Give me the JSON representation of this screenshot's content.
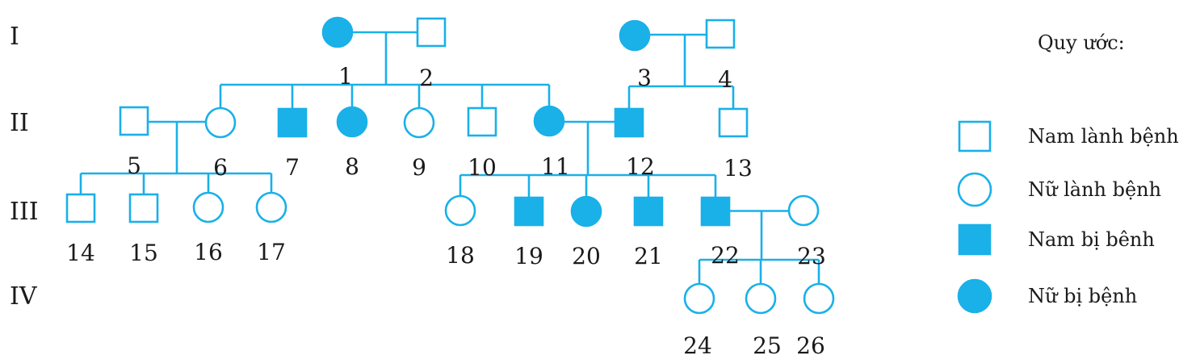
{
  "colors": {
    "line": "#1ab0e8",
    "affected": "#1ab0e8",
    "text": "#1a1a1a"
  },
  "generations": [
    "I",
    "II",
    "III",
    "IV"
  ],
  "legend": {
    "title": "Quy ước:",
    "items": [
      {
        "symbol": "square",
        "affected": false,
        "label": "Nam lành bệnh"
      },
      {
        "symbol": "circle",
        "affected": false,
        "label": "Nữ lành bệnh"
      },
      {
        "symbol": "square",
        "affected": true,
        "label": "Nam bị bênh"
      },
      {
        "symbol": "circle",
        "affected": true,
        "label": "Nữ bị bệnh"
      }
    ]
  },
  "individuals": [
    {
      "id": "1",
      "label": "1",
      "sex": "female",
      "affected": true
    },
    {
      "id": "2",
      "label": "2",
      "sex": "male",
      "affected": false
    },
    {
      "id": "3",
      "label": "3",
      "sex": "female",
      "affected": true
    },
    {
      "id": "4",
      "label": "4",
      "sex": "male",
      "affected": false
    },
    {
      "id": "5",
      "label": "5",
      "sex": "male",
      "affected": false
    },
    {
      "id": "6",
      "label": "6",
      "sex": "female",
      "affected": false
    },
    {
      "id": "7",
      "label": "7",
      "sex": "male",
      "affected": true
    },
    {
      "id": "8",
      "label": "8",
      "sex": "female",
      "affected": true
    },
    {
      "id": "9",
      "label": "9",
      "sex": "female",
      "affected": false
    },
    {
      "id": "10",
      "label": "10",
      "sex": "male",
      "affected": false
    },
    {
      "id": "11",
      "label": "11",
      "sex": "female",
      "affected": true
    },
    {
      "id": "12",
      "label": "12",
      "sex": "male",
      "affected": true
    },
    {
      "id": "13",
      "label": "13",
      "sex": "male",
      "affected": false
    },
    {
      "id": "14",
      "label": "14",
      "sex": "male",
      "affected": false
    },
    {
      "id": "15",
      "label": "15",
      "sex": "male",
      "affected": false
    },
    {
      "id": "16",
      "label": "16",
      "sex": "female",
      "affected": false
    },
    {
      "id": "17",
      "label": "17",
      "sex": "female",
      "affected": false
    },
    {
      "id": "18",
      "label": "18",
      "sex": "female",
      "affected": false
    },
    {
      "id": "19",
      "label": "19",
      "sex": "male",
      "affected": true
    },
    {
      "id": "20",
      "label": "20",
      "sex": "female",
      "affected": true
    },
    {
      "id": "21",
      "label": "21",
      "sex": "male",
      "affected": true
    },
    {
      "id": "22",
      "label": "22",
      "sex": "male",
      "affected": true
    },
    {
      "id": "23",
      "label": "23",
      "sex": "female",
      "affected": false
    },
    {
      "id": "24",
      "label": "24",
      "sex": "female",
      "affected": false
    },
    {
      "id": "25",
      "label": "25",
      "sex": "female",
      "affected": false
    },
    {
      "id": "26",
      "label": "26",
      "sex": "female",
      "affected": false
    }
  ],
  "unions": [
    {
      "partners": [
        "1",
        "2"
      ],
      "children": [
        "6",
        "7",
        "8",
        "9",
        "10",
        "11"
      ]
    },
    {
      "partners": [
        "3",
        "4"
      ],
      "children": [
        "12",
        "13"
      ]
    },
    {
      "partners": [
        "5",
        "6"
      ],
      "children": [
        "14",
        "15",
        "16",
        "17"
      ]
    },
    {
      "partners": [
        "11",
        "12"
      ],
      "children": [
        "18",
        "19",
        "20",
        "21",
        "22"
      ]
    },
    {
      "partners": [
        "22",
        "23"
      ],
      "children": [
        "24",
        "25",
        "26"
      ]
    }
  ]
}
